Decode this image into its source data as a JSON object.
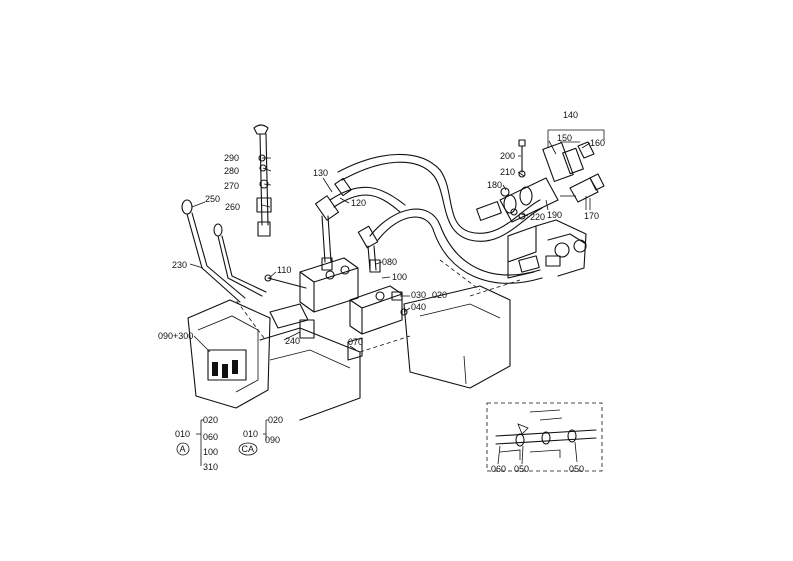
{
  "callouts": [
    {
      "id": "c140",
      "label": "140"
    },
    {
      "id": "c150",
      "label": "150"
    },
    {
      "id": "c160",
      "label": "160"
    },
    {
      "id": "c200",
      "label": "200"
    },
    {
      "id": "c210",
      "label": "210"
    },
    {
      "id": "c180",
      "label": "180"
    },
    {
      "id": "c220",
      "label": "220"
    },
    {
      "id": "c190",
      "label": "190"
    },
    {
      "id": "c170",
      "label": "170"
    },
    {
      "id": "c290",
      "label": "290"
    },
    {
      "id": "c280",
      "label": "280"
    },
    {
      "id": "c270",
      "label": "270"
    },
    {
      "id": "c260",
      "label": "260"
    },
    {
      "id": "c250",
      "label": "250"
    },
    {
      "id": "c130",
      "label": "130"
    },
    {
      "id": "c120",
      "label": "120"
    },
    {
      "id": "c230",
      "label": "230"
    },
    {
      "id": "c110",
      "label": "110"
    },
    {
      "id": "c080",
      "label": "080"
    },
    {
      "id": "c100",
      "label": "100"
    },
    {
      "id": "c030",
      "label": "030"
    },
    {
      "id": "c020a",
      "label": "020"
    },
    {
      "id": "c040",
      "label": "040"
    },
    {
      "id": "c240",
      "label": "240"
    },
    {
      "id": "c070",
      "label": "070"
    },
    {
      "id": "c090_300",
      "label": "090+300"
    }
  ],
  "legend_a": {
    "root": "010",
    "items": [
      "020",
      "060",
      "100",
      "310"
    ],
    "symbol": "A"
  },
  "legend_ca": {
    "root": "010",
    "items": [
      "020",
      "090"
    ],
    "symbol": "CA"
  },
  "inset": {
    "labels": [
      "060",
      "050",
      "050"
    ]
  }
}
